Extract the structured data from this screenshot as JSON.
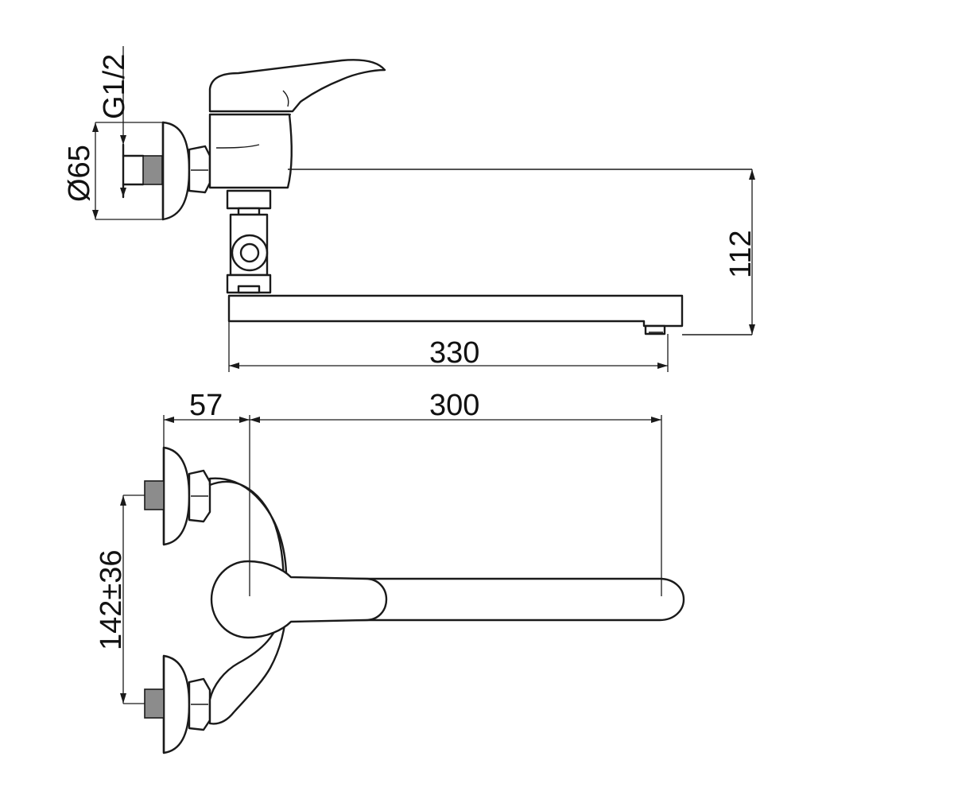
{
  "dimensions": {
    "thread": "G1/2",
    "flange_diameter": "Ø65",
    "height": "112",
    "total_length": "330",
    "offset": "57",
    "spout_reach": "300",
    "inlet_spacing": "142±36"
  }
}
